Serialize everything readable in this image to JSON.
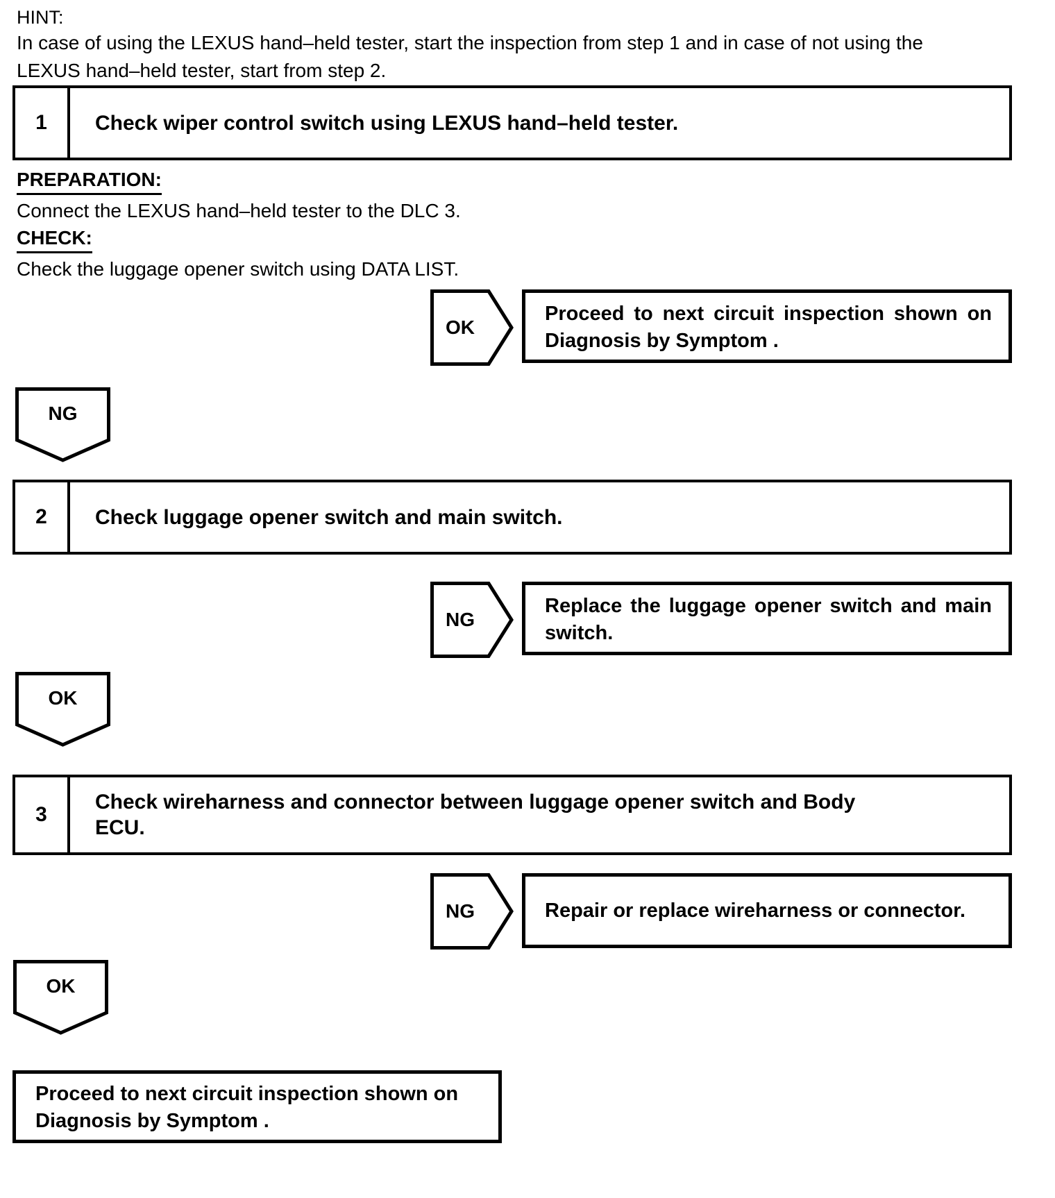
{
  "hint": {
    "label": "HINT:",
    "line1": "In case of using the LEXUS hand–held tester, start the inspection from step 1 and in case of not using the",
    "line2": "LEXUS hand–held tester, start from step 2."
  },
  "preparation": {
    "label": "PREPARATION:",
    "text": "Connect the LEXUS hand–held tester to the DLC 3."
  },
  "check_section": {
    "label": "CHECK:",
    "text": "Check the luggage opener switch using DATA LIST."
  },
  "steps": [
    {
      "number": "1",
      "title": "Check wiper control switch using LEXUS hand–held tester.",
      "title_line2": ""
    },
    {
      "number": "2",
      "title": "Check luggage opener switch and main switch.",
      "title_line2": ""
    },
    {
      "number": "3",
      "title": "Check wireharness and connector between luggage opener switch and Body",
      "title_line2": "ECU."
    }
  ],
  "connectors": [
    {
      "badge": "OK",
      "result_line1": "Proceed to next circuit inspection shown on",
      "result_line2": "Diagnosis by Symptom ."
    },
    {
      "badge": "NG",
      "result_line1": "Replace the luggage opener switch and main",
      "result_line2": "switch."
    },
    {
      "badge": "NG",
      "result_line1": "Repair or replace wireharness or connector.",
      "result_line2": ""
    }
  ],
  "flow_badges": [
    {
      "label": "NG"
    },
    {
      "label": "OK"
    },
    {
      "label": "OK"
    }
  ],
  "final_box": {
    "line1": "Proceed to next circuit inspection shown on",
    "line2": "Diagnosis by Symptom ."
  },
  "colors": {
    "ink": "#000000",
    "paper": "#ffffff"
  }
}
